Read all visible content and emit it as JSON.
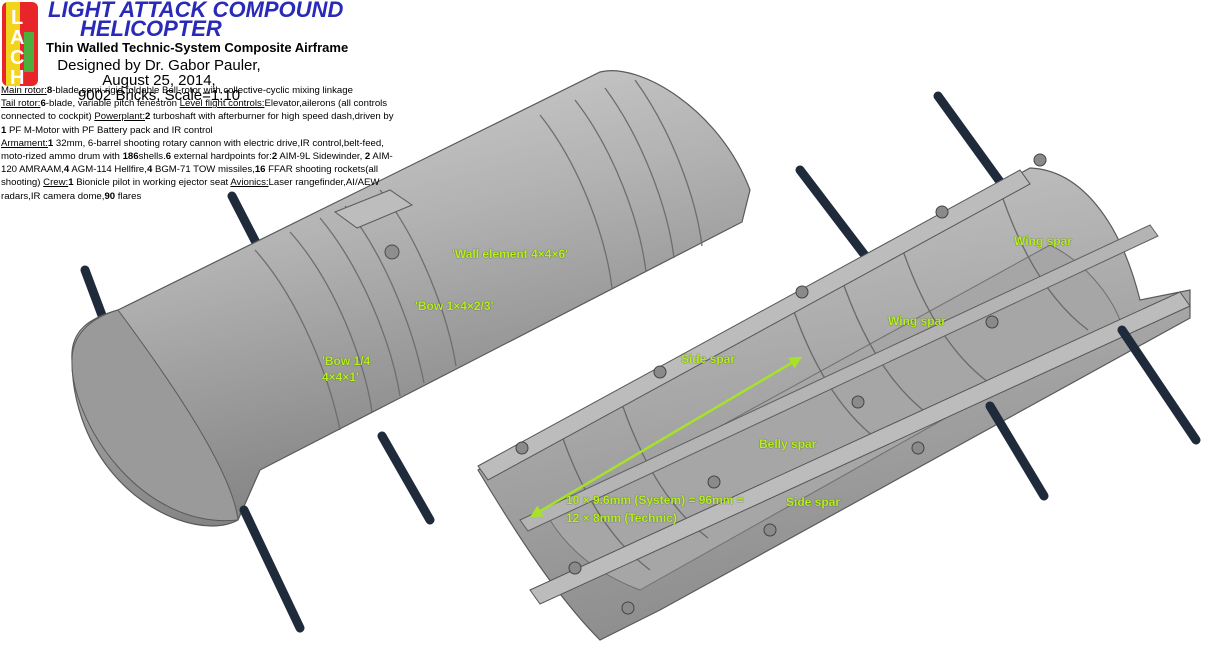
{
  "header": {
    "logo_letters": [
      "L",
      "A",
      "C",
      "H"
    ],
    "title_line1": "LIGHT ATTACK COMPOUND",
    "title_line2": "HELICOPTER",
    "subtitle": "Thin Walled Technic-System Composite Airframe",
    "designer_line1": "Designed by Dr. Gabor Pauler, August 25, 2014,",
    "designer_line2": "9002 Bricks, Scale=1:10"
  },
  "specs": {
    "main_rotor_label": "Main rotor:",
    "main_rotor_count": "8",
    "main_rotor_text": "-blade,semi-rigid,foldable Bell-rotor with collective-cyclic mixing linkage",
    "tail_rotor_label": "Tail rotor:",
    "tail_rotor_count": "6",
    "tail_rotor_text": "-blade, variable pitch fenestron ",
    "level_flight_label": "Level flight controls:",
    "level_flight_text": "Elevator,ailerons (all controls connected to cockpit) ",
    "powerplant_label": "Powerplant:",
    "powerplant_count": "2",
    "powerplant_text_a": " turboshaft with afterburner for high speed dash,driven by ",
    "powerplant_count_b": "1",
    "powerplant_text_b": " PF M-Motor with PF Battery pack and IR control",
    "armament_label": "Armament:",
    "armament_count": "1",
    "armament_text_a": " 32mm, 6-barrel shooting rotary cannon with electric drive,IR control,belt-feed, moto-rized ammo drum with ",
    "armament_shells": "186",
    "armament_text_b": "shells.",
    "armament_hardpoints": "6",
    "armament_text_c": " external hardpoints for:",
    "armament_aim9": "2",
    "armament_text_d": " AIM-9L Sidewinder, ",
    "armament_aim120": "2",
    "armament_text_e": " AIM-120 AMRAAM,",
    "armament_agm114": "4",
    "armament_text_f": " AGM-114 Hellfire,",
    "armament_bgm71": "4",
    "armament_text_g": " BGM-71 TOW missiles,",
    "armament_ffar": "16",
    "armament_text_h": " FFAR shooting rockets(all shooting) ",
    "crew_label": "Crew:",
    "crew_count": "1",
    "crew_text": " Bionicle pilot in working ejector seat ",
    "avionics_label": "Avionics:",
    "avionics_text": "Laser rangefinder,AI/AEW radars,IR camera dome,",
    "avionics_flares": "90",
    "avionics_text_b": " flares"
  },
  "annotations": {
    "wall_element": "'Wall element 4×4×6'",
    "bow_1x4": "'Bow 1×4×2/3'",
    "bow_quarter_line1": "'Bow 1/4",
    "bow_quarter_line2": "4×4×1'",
    "wing_spar_top": "Wing spar",
    "wing_spar_mid": "Wing spar",
    "side_spar_top": "Side spar",
    "belly_spar": "Belly spar",
    "side_spar_bottom": "Side spar",
    "dimension_line1": "10 × 9.6mm (System) = 96mm =",
    "dimension_line2": "12 × 8mm (Technic)"
  },
  "colors": {
    "title_blue": "#2a2ab8",
    "annotation_green": "#b6f01e",
    "brick_gray": "#a3a3a3",
    "axle_dark": "#1f2b3b",
    "logo_red": "#e8262a",
    "logo_yellow": "#f3d41c",
    "logo_green": "#4cae3c"
  }
}
